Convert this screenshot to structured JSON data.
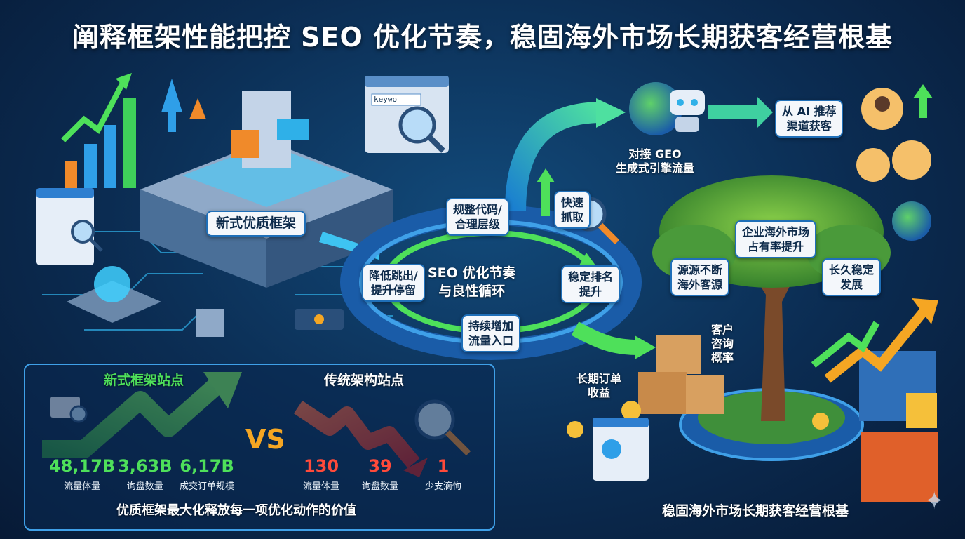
{
  "title": "阐释框架性能把控 SEO 优化节奏，稳固海外市场长期获客经营根基",
  "framework": {
    "label": "新式优质框架",
    "keyword_bar": "keywo"
  },
  "cycle": {
    "center_line1": "SEO 优化节奏",
    "center_line2": "与良性循环",
    "steps": [
      {
        "line1": "规整代码/",
        "line2": "合理层级"
      },
      {
        "line1": "快速",
        "line2": "抓取"
      },
      {
        "line1": "稳定排名",
        "line2": "提升"
      },
      {
        "line1": "持续增加",
        "line2": "流量入口"
      },
      {
        "line1": "降低跳出/",
        "line2": "提升停留"
      }
    ]
  },
  "geo": {
    "line1": "对接 GEO",
    "line2": "生成式引擎流量",
    "ai_line1": "从 AI 推荐",
    "ai_line2": "渠道获客"
  },
  "tree": {
    "top_line1": "企业海外市场",
    "top_line2": "占有率提升",
    "left_line1": "源源不断",
    "left_line2": "海外客源",
    "right_line1": "长久稳定",
    "right_line2": "发展",
    "consult_line1": "客户",
    "consult_line2": "咨询",
    "consult_line3": "概率",
    "orders_line1": "长期订单",
    "orders_line2": "收益",
    "caption": "稳固海外市场长期获客经营根基"
  },
  "comparison": {
    "new_title": "新式框架站点",
    "old_title": "传统架构站点",
    "vs": "VS",
    "new_stats": [
      {
        "value": "48,17B",
        "label": "流量体量"
      },
      {
        "value": "3,63B",
        "label": "询盘数量"
      },
      {
        "value": "6,17B",
        "label": "成交订单规模"
      }
    ],
    "old_stats": [
      {
        "value": "130",
        "label": "流量体量"
      },
      {
        "value": "39",
        "label": "询盘数量"
      },
      {
        "value": "1",
        "label": "少支滴恂"
      }
    ],
    "caption": "优质框架最大化释放每一项优化动作的价值"
  },
  "colors": {
    "label_border": "#1f6fb8",
    "up_green": "#4ee05a",
    "down_red": "#ff4a3a",
    "vs_orange": "#f5a623"
  }
}
